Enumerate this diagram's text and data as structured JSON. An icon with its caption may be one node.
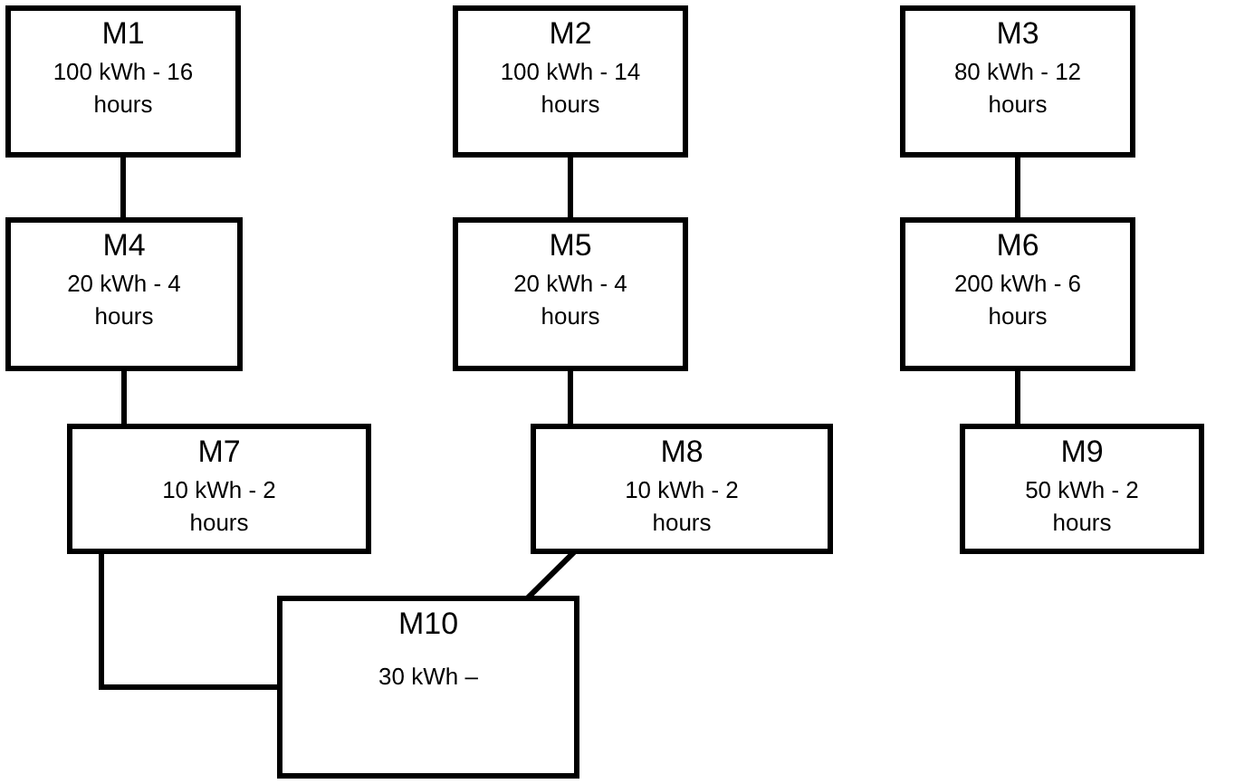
{
  "diagram": {
    "nodes": [
      {
        "text": [
          "M1",
          "100 kWh - 16 hours"
        ]
      },
      {
        "text": [
          "M2",
          "100 kWh - 14 hours"
        ]
      },
      {
        "text": [
          "M3",
          "80 kWh - 12 hours"
        ]
      },
      {
        "text": [
          "M4",
          "20 kWh - 4 hours"
        ]
      },
      {
        "text": [
          "M5",
          "20 kWh - 4 hours"
        ]
      },
      {
        "text": [
          "M6",
          "200 kWh - 6 hours"
        ]
      },
      {
        "text": [
          "M7",
          "10 kWh - 2 hours"
        ]
      },
      {
        "text": [
          "M8",
          "10 kWh - 2 hours"
        ]
      },
      {
        "text": [
          "M9",
          "50 kWh - 2 hours"
        ]
      },
      {
        "text": [
          "M10",
          "30 kWh –"
        ]
      }
    ],
    "edges": [
      {
        "from": 0,
        "to": 3,
        "arrow": "none"
      },
      {
        "from": 1,
        "to": 4,
        "arrow": "none"
      },
      {
        "from": 2,
        "to": 5,
        "arrow": "none"
      },
      {
        "from": 3,
        "to": 6,
        "arrow": "none"
      },
      {
        "from": 4,
        "to": 7,
        "arrow": "none"
      },
      {
        "from": 5,
        "to": 8,
        "arrow": "none"
      },
      {
        "from": 6,
        "to": 9,
        "arrow": "none"
      },
      {
        "from": 7,
        "to": 9,
        "arrow": "none"
      }
    ]
  }
}
